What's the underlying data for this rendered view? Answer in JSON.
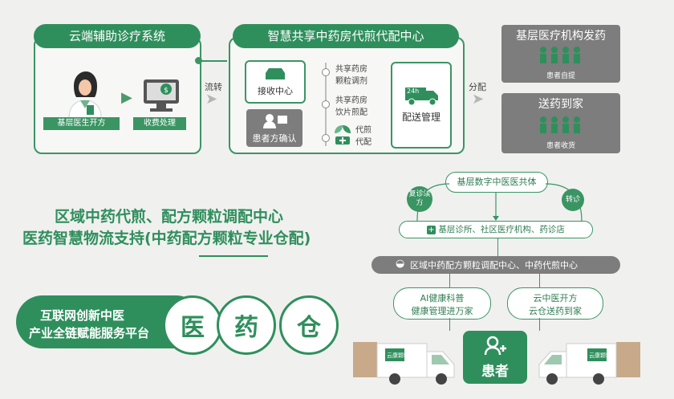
{
  "top": {
    "cloud_title": "云端辅助诊疗系统",
    "doctor_label": "基层医生开方",
    "fee_label": "收费处理",
    "flow_label": "流转",
    "center_title": "智慧共享中药房代煎代配中心",
    "receive_label": "接收中心",
    "confirm_label": "患者方确认",
    "step1_line1": "共享药房",
    "step1_line2": "颗粒调剂",
    "step2_line1": "共享药房",
    "step2_line2": "饮片煎配",
    "step3_line1": "代煎",
    "step3_line2": "代配",
    "delivery_label": "配送管理",
    "delivery_badge": "24h",
    "dist_label": "分配",
    "right1_title": "基层医疗机构发药",
    "right1_sub": "患者自提",
    "right2_title": "送药到家",
    "right2_sub": "患者收货"
  },
  "middle": {
    "headline1": "区域中药代煎、配方颗粒调配中心",
    "headline2": "医药智慧物流支持(中药配方颗粒专业仓配)"
  },
  "bottom_left": {
    "line1": "互联网创新中医",
    "line2": "产业全链赋能服务平台",
    "c1": "医",
    "c2": "药",
    "c3": "仓"
  },
  "right_flow": {
    "top_node": "基层数字中医医共体",
    "left_circle": "复诊续方",
    "right_circle": "转诊",
    "clinics": "基层诊所、社区医疗机构、药诊店",
    "center": "区域中药配方颗粒调配中心、中药代煎中心",
    "ai_line1": "AI健康科普",
    "ai_line2": "健康管理进万家",
    "cloud_line1": "云中医开方",
    "cloud_line2": "云仓送药到家",
    "patient": "患者",
    "truck_logo": "云康颗粒"
  },
  "colors": {
    "accent": "#2f8f5c",
    "gray": "#7d7d7d",
    "bg": "#f0f0ef"
  }
}
